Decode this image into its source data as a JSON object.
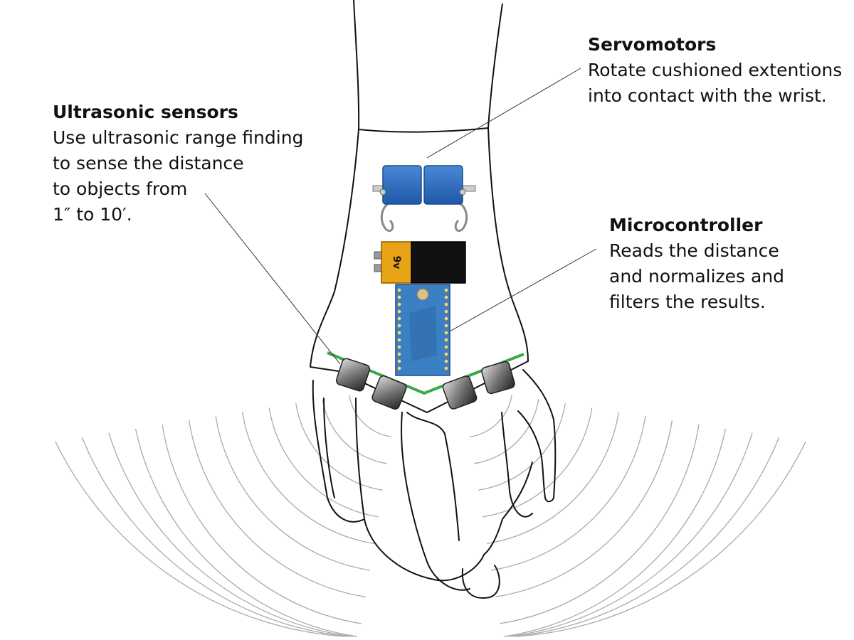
{
  "annotations": {
    "ultrasonic": {
      "title": "Ultrasonic sensors",
      "lines": [
        "Use ultrasonic range finding",
        "to sense the distance",
        "to objects from",
        "1″ to 10′."
      ]
    },
    "servo": {
      "title": "Servomotors",
      "lines": [
        "Rotate cushioned extentions",
        "into contact with the wrist."
      ]
    },
    "micro": {
      "title": "Microcontroller",
      "lines": [
        "Reads the distance",
        "and normalizes and",
        "filters the results."
      ]
    }
  },
  "battery": {
    "label": "9v",
    "color_gold": "#e8a317",
    "color_black": "#111111"
  },
  "colors": {
    "servo_blue": "#2f6fc0",
    "board_blue": "#3b7fc4",
    "band_green": "#3aa84a",
    "sensor_gray": "#555555",
    "wave_gray": "#aaaaaa"
  }
}
